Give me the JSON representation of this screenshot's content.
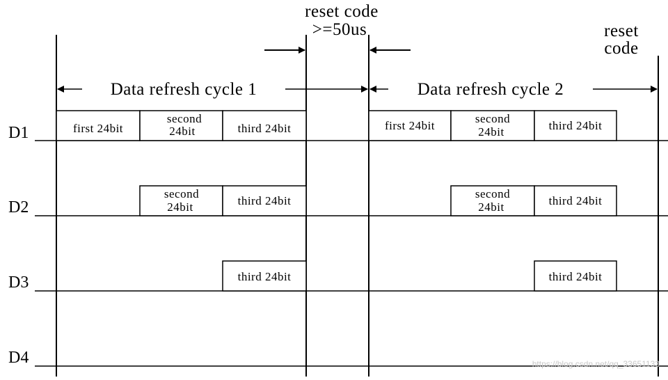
{
  "reset_code_top": {
    "line1": "reset code",
    "line2": ">=50us"
  },
  "reset_code_right": {
    "line1": "reset",
    "line2": "code"
  },
  "cycles": [
    {
      "label": "Data refresh cycle 1"
    },
    {
      "label": "Data refresh cycle 2"
    }
  ],
  "rows": [
    {
      "label": "D1"
    },
    {
      "label": "D2"
    },
    {
      "label": "D3"
    },
    {
      "label": "D4"
    }
  ],
  "blocks": {
    "first": "first 24bit",
    "second_line1": "second",
    "second_line2": "24bit",
    "third": "third 24bit"
  },
  "watermark": "https://blog.csdn.net/qq_33651133"
}
